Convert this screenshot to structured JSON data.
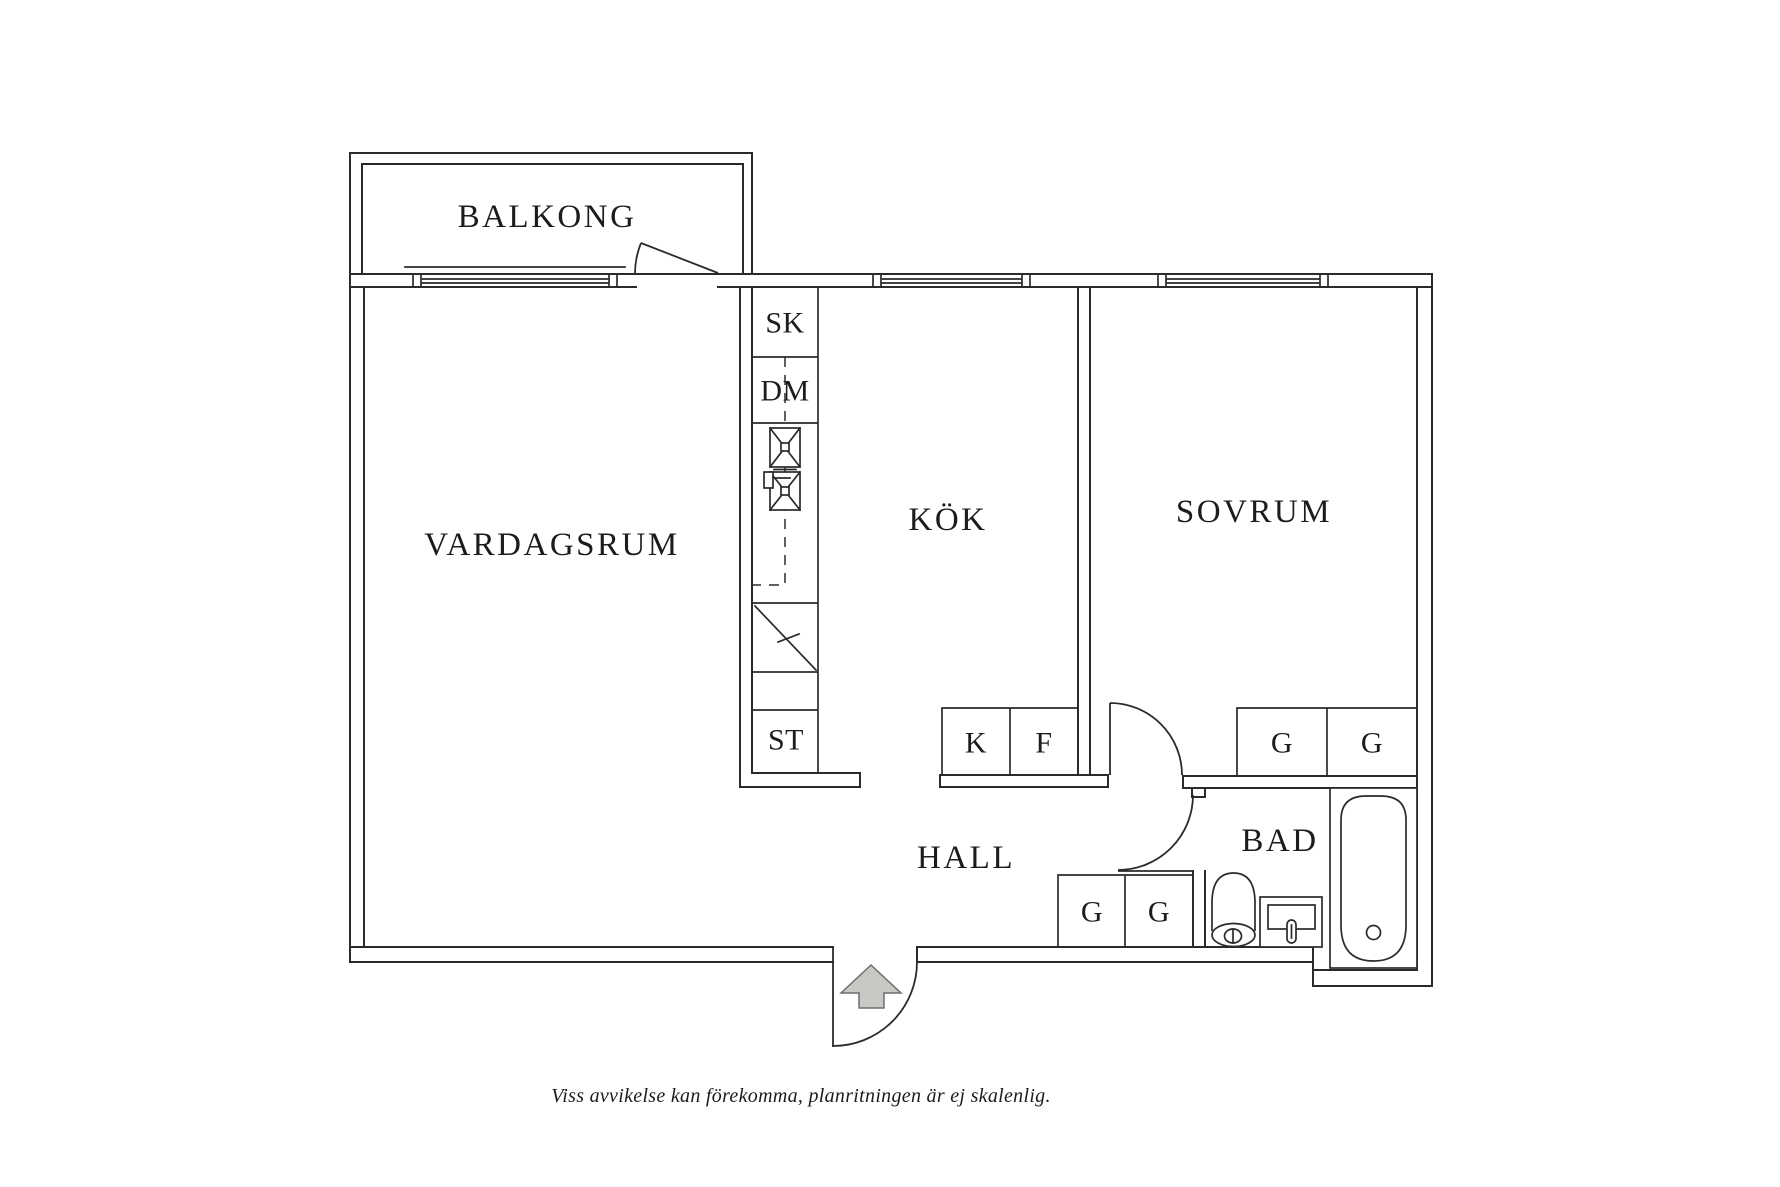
{
  "plan": {
    "rooms": {
      "balkong": {
        "label": "BALKONG"
      },
      "vardagsrum": {
        "label": "VARDAGSRUM"
      },
      "kok": {
        "label": "KÖK"
      },
      "sovrum": {
        "label": "SOVRUM"
      },
      "hall": {
        "label": "HALL"
      },
      "bad": {
        "label": "BAD"
      }
    },
    "fixtures": {
      "sk": {
        "label": "SK"
      },
      "dm": {
        "label": "DM"
      },
      "st": {
        "label": "ST"
      },
      "kyl": {
        "label": "K"
      },
      "frys": {
        "label": "F"
      },
      "g_sovrum_1": {
        "label": "G"
      },
      "g_sovrum_2": {
        "label": "G"
      },
      "g_hall_1": {
        "label": "G"
      },
      "g_hall_2": {
        "label": "G"
      }
    },
    "footer": {
      "disclaimer": "Viss avvikelse kan förekomma, planritningen är ej skalenlig."
    },
    "colors": {
      "line": "#2b2b2b",
      "text": "#1c1c1c",
      "arrow_fill": "#c8c8c4",
      "arrow_stroke": "#6e6e6e",
      "background": "#ffffff"
    }
  }
}
